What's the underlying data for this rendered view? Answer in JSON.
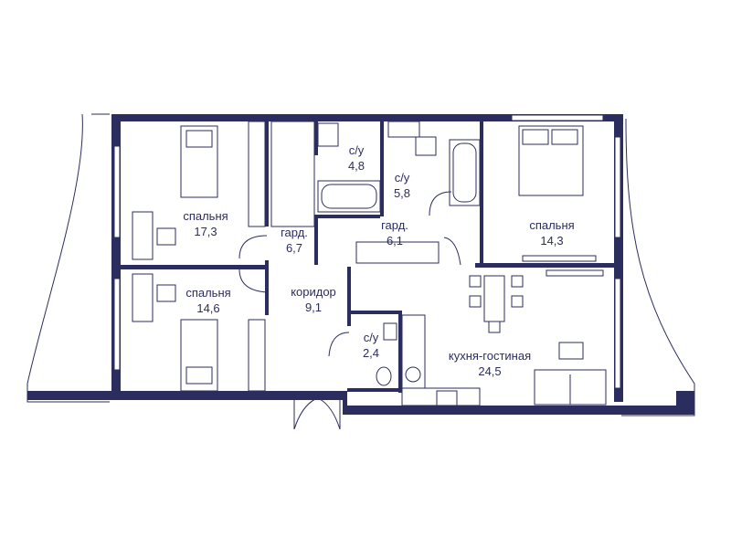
{
  "colors": {
    "wall": "#2b2d5e",
    "line": "#2b2d5e",
    "background": "#ffffff"
  },
  "rooms": [
    {
      "id": "bedroom-1",
      "name": "спальня",
      "area": "17,3"
    },
    {
      "id": "bedroom-2",
      "name": "спальня",
      "area": "14,6"
    },
    {
      "id": "wardrobe-1",
      "name": "гард.",
      "area": "6,7"
    },
    {
      "id": "bath-1",
      "name": "с/у",
      "area": "4,8"
    },
    {
      "id": "bath-2",
      "name": "с/у",
      "area": "5,8"
    },
    {
      "id": "wardrobe-2",
      "name": "гард.",
      "area": "6,1"
    },
    {
      "id": "bedroom-3",
      "name": "спальня",
      "area": "14,3"
    },
    {
      "id": "corridor",
      "name": "коридор",
      "area": "9,1"
    },
    {
      "id": "bath-3",
      "name": "с/у",
      "area": "2,4"
    },
    {
      "id": "kitchen-living",
      "name": "кухня-гостиная",
      "area": "24,5"
    }
  ]
}
